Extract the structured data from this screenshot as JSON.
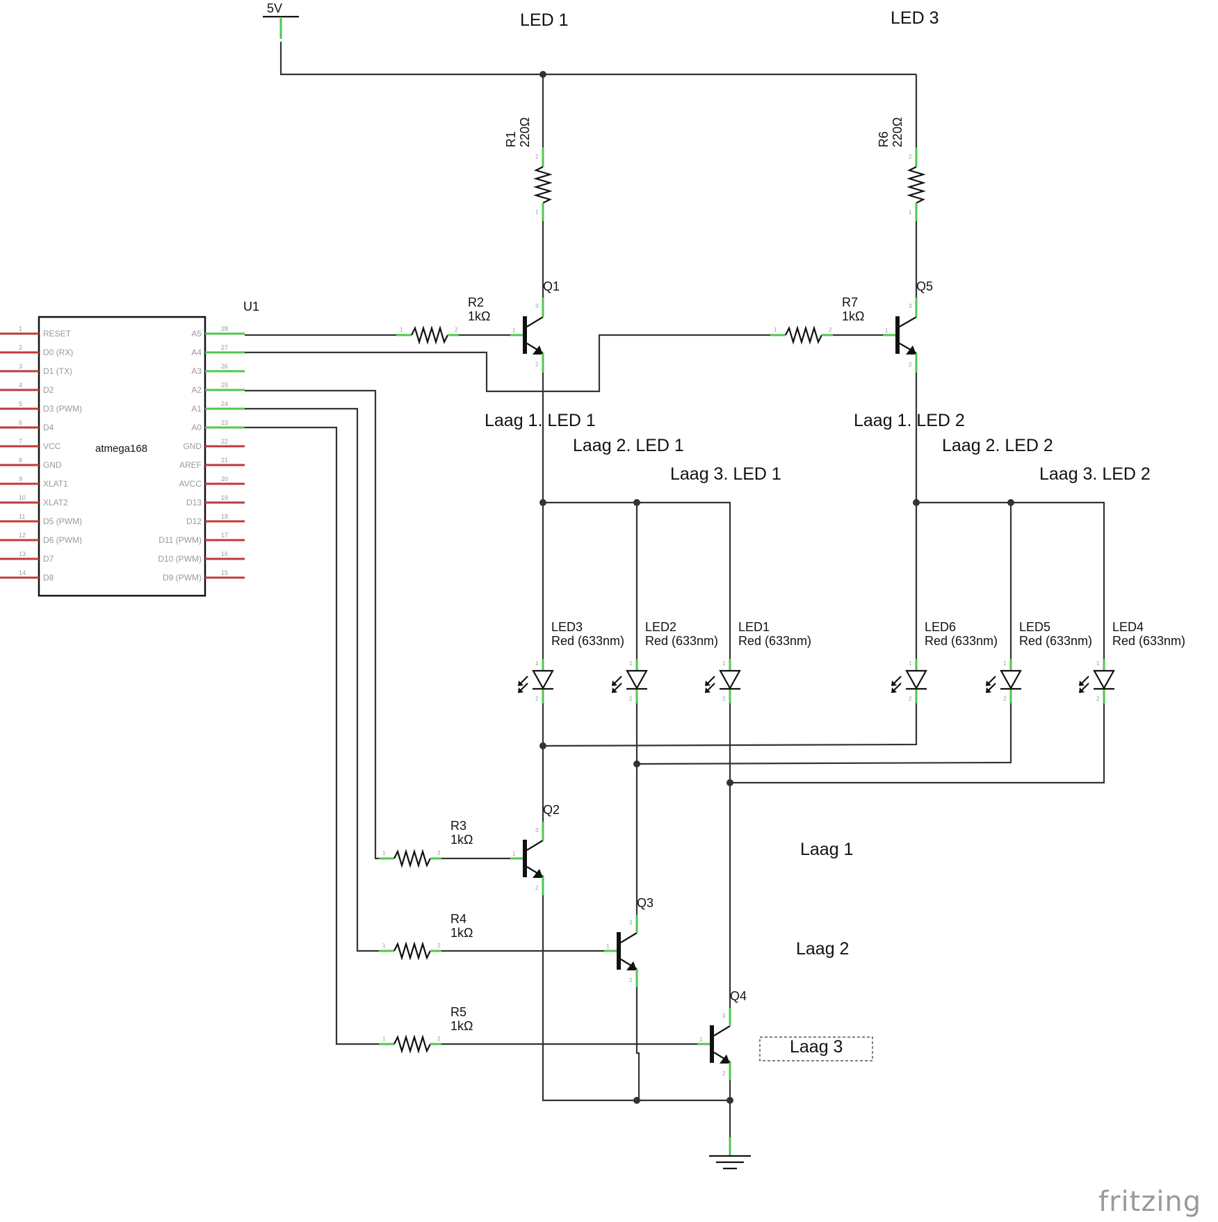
{
  "supply": {
    "label": "5V"
  },
  "section_labels": {
    "led1": "LED 1",
    "led3": "LED 3",
    "laag1": "Laag 1",
    "laag2": "Laag 2",
    "laag3": "Laag 3"
  },
  "column_labels": [
    {
      "text": "Laag 1. LED 1"
    },
    {
      "text": "Laag 2. LED 1"
    },
    {
      "text": "Laag 3. LED 1"
    },
    {
      "text": "Laag 1. LED 2"
    },
    {
      "text": "Laag 2. LED 2"
    },
    {
      "text": "Laag 3. LED 2"
    }
  ],
  "chip": {
    "ref": "U1",
    "name": "atmega168",
    "left_pins": [
      {
        "num": "1",
        "name": "RESET"
      },
      {
        "num": "2",
        "name": "D0 (RX)"
      },
      {
        "num": "3",
        "name": "D1 (TX)"
      },
      {
        "num": "4",
        "name": "D2"
      },
      {
        "num": "5",
        "name": "D3 (PWM)"
      },
      {
        "num": "6",
        "name": "D4"
      },
      {
        "num": "7",
        "name": "VCC"
      },
      {
        "num": "8",
        "name": "GND"
      },
      {
        "num": "9",
        "name": "XLAT1"
      },
      {
        "num": "10",
        "name": "XLAT2"
      },
      {
        "num": "11",
        "name": "D5 (PWM)"
      },
      {
        "num": "12",
        "name": "D6 (PWM)"
      },
      {
        "num": "13",
        "name": "D7"
      },
      {
        "num": "14",
        "name": "D8"
      }
    ],
    "right_pins": [
      {
        "num": "28",
        "name": "A5"
      },
      {
        "num": "27",
        "name": "A4"
      },
      {
        "num": "26",
        "name": "A3"
      },
      {
        "num": "25",
        "name": "A2"
      },
      {
        "num": "24",
        "name": "A1"
      },
      {
        "num": "23",
        "name": "A0"
      },
      {
        "num": "22",
        "name": "GND"
      },
      {
        "num": "21",
        "name": "AREF"
      },
      {
        "num": "20",
        "name": "AVCC"
      },
      {
        "num": "19",
        "name": "D13"
      },
      {
        "num": "18",
        "name": "D12"
      },
      {
        "num": "17",
        "name": "D11 (PWM)"
      },
      {
        "num": "16",
        "name": "D10 (PWM)"
      },
      {
        "num": "15",
        "name": "D9 (PWM)"
      }
    ]
  },
  "resistors": [
    {
      "ref": "R1",
      "value": "220Ω"
    },
    {
      "ref": "R6",
      "value": "220Ω"
    },
    {
      "ref": "R2",
      "value": "1kΩ"
    },
    {
      "ref": "R7",
      "value": "1kΩ"
    },
    {
      "ref": "R3",
      "value": "1kΩ"
    },
    {
      "ref": "R4",
      "value": "1kΩ"
    },
    {
      "ref": "R5",
      "value": "1kΩ"
    }
  ],
  "transistors": [
    {
      "ref": "Q1"
    },
    {
      "ref": "Q5"
    },
    {
      "ref": "Q2"
    },
    {
      "ref": "Q3"
    },
    {
      "ref": "Q4"
    }
  ],
  "leds": [
    {
      "ref": "LED3",
      "desc": "Red (633nm)"
    },
    {
      "ref": "LED2",
      "desc": "Red (633nm)"
    },
    {
      "ref": "LED1",
      "desc": "Red (633nm)"
    },
    {
      "ref": "LED6",
      "desc": "Red (633nm)"
    },
    {
      "ref": "LED5",
      "desc": "Red (633nm)"
    },
    {
      "ref": "LED4",
      "desc": "Red (633nm)"
    }
  ],
  "pin_numbers": {
    "one": "1",
    "two": "2",
    "three": "3"
  },
  "watermark": "fritzing",
  "colors": {
    "wire": "#333333",
    "pin": "#4cc94c",
    "chip_pin": "#c0393b"
  }
}
